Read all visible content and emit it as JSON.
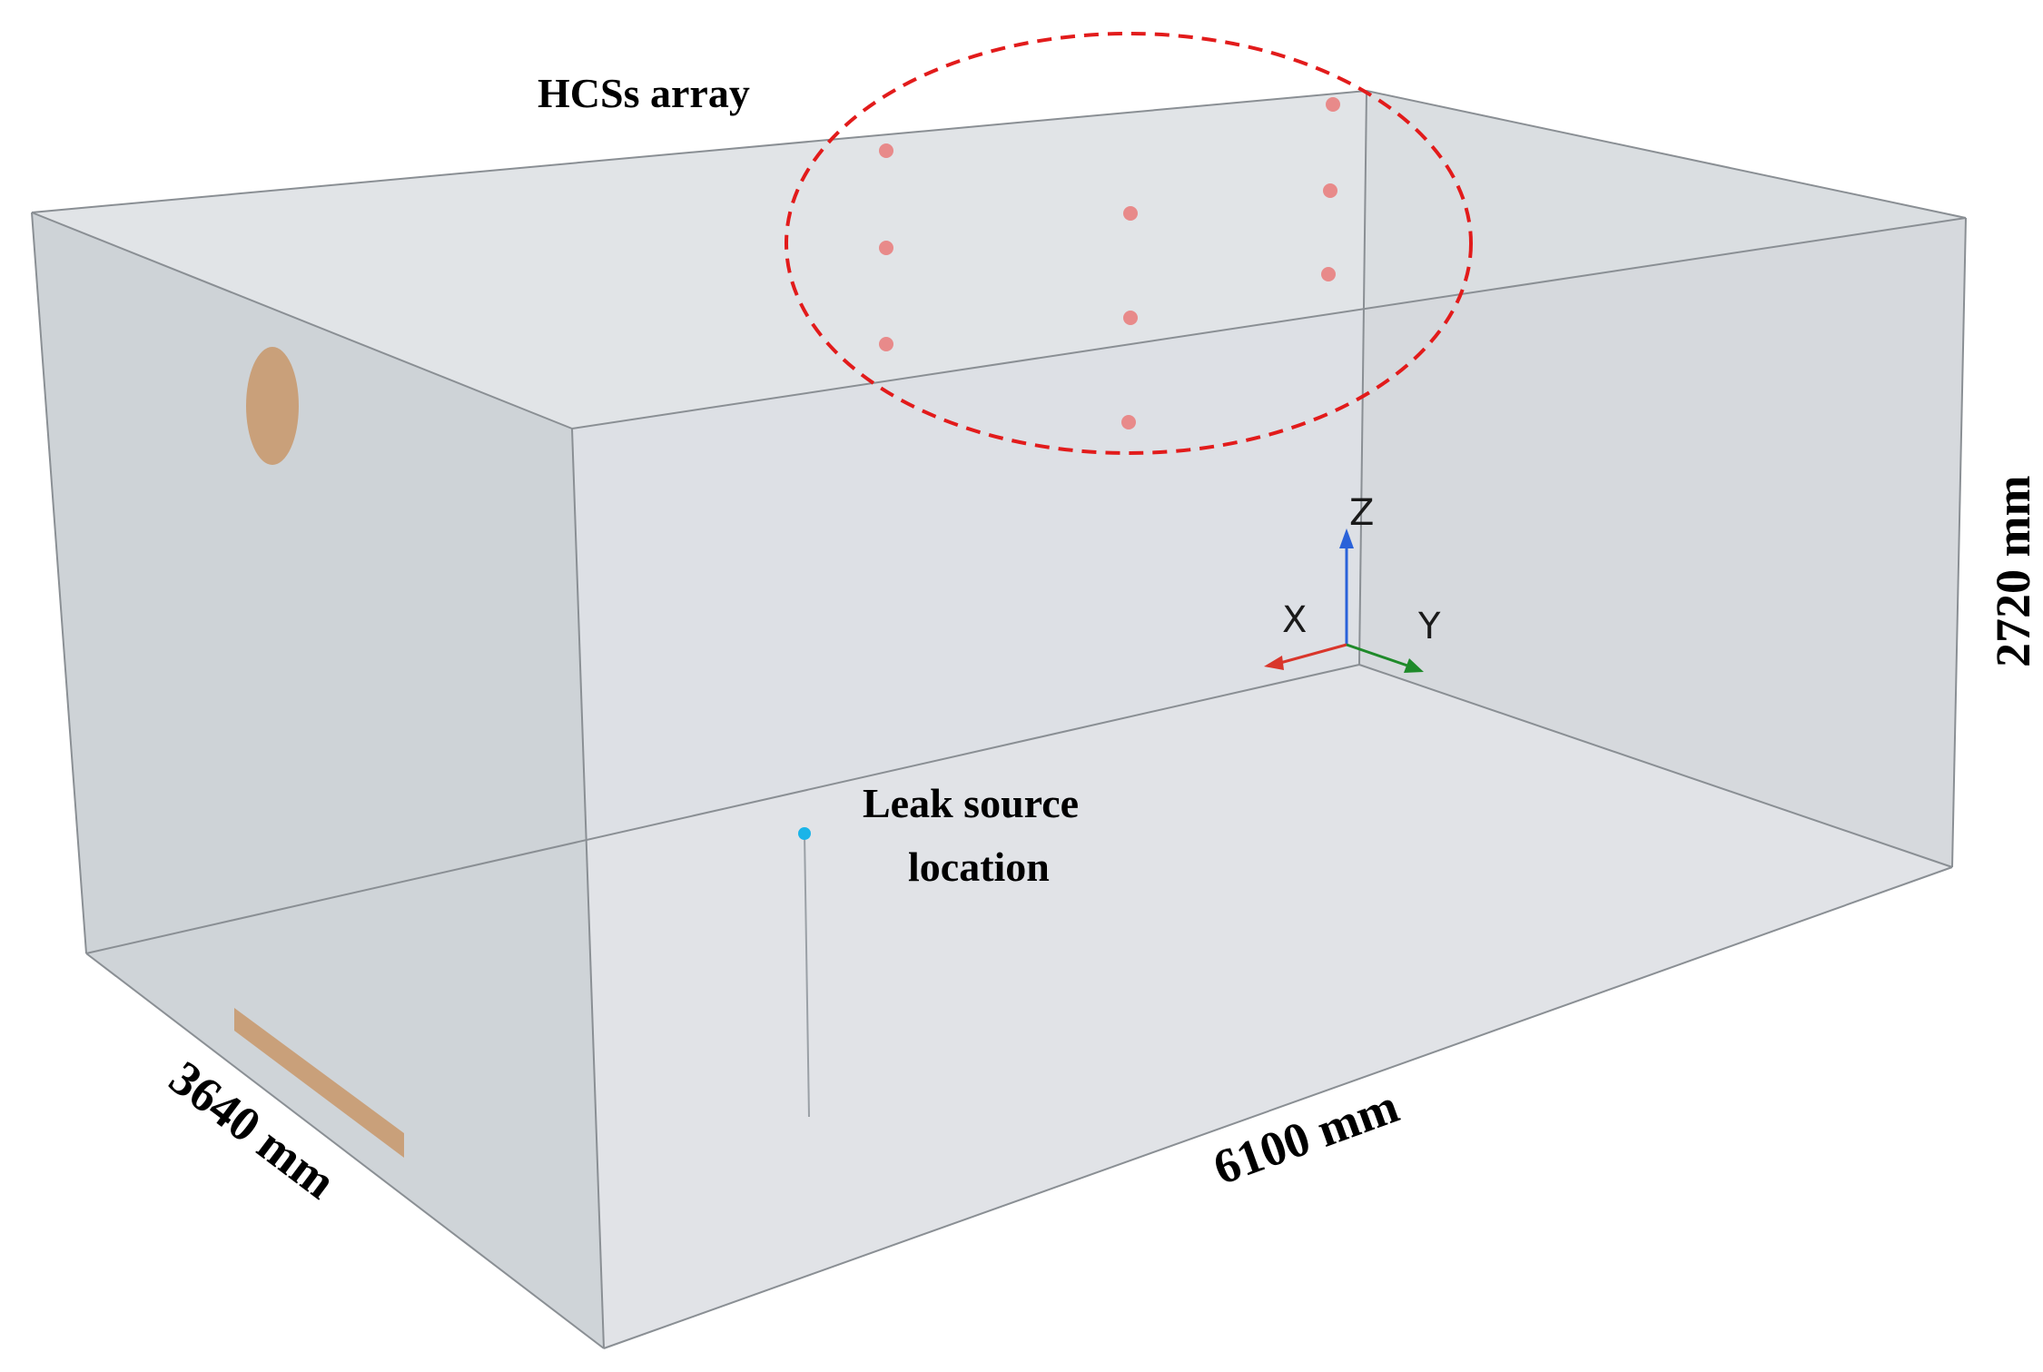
{
  "labels": {
    "hcs_array": "HCSs array",
    "leak_source_line1": "Leak source",
    "leak_source_line2": "location",
    "width": "3640 mm",
    "length": "6100 mm",
    "height": "2720 mm"
  },
  "axes": {
    "x": "X",
    "y": "Y",
    "z": "Z"
  },
  "colors": {
    "box_face": "#dfe3e7",
    "box_face_dark": "#c9ced3",
    "box_edge": "#8a8f94",
    "hcs_marker": "#e88a8a",
    "hcs_ellipse": "#e21b1b",
    "vent": "#c9a07a",
    "leak_marker": "#1ab4e8",
    "axis_x": "#d9362b",
    "axis_y": "#1f8a2a",
    "axis_z": "#2a62d9"
  },
  "hcs_sensor_count": 9
}
